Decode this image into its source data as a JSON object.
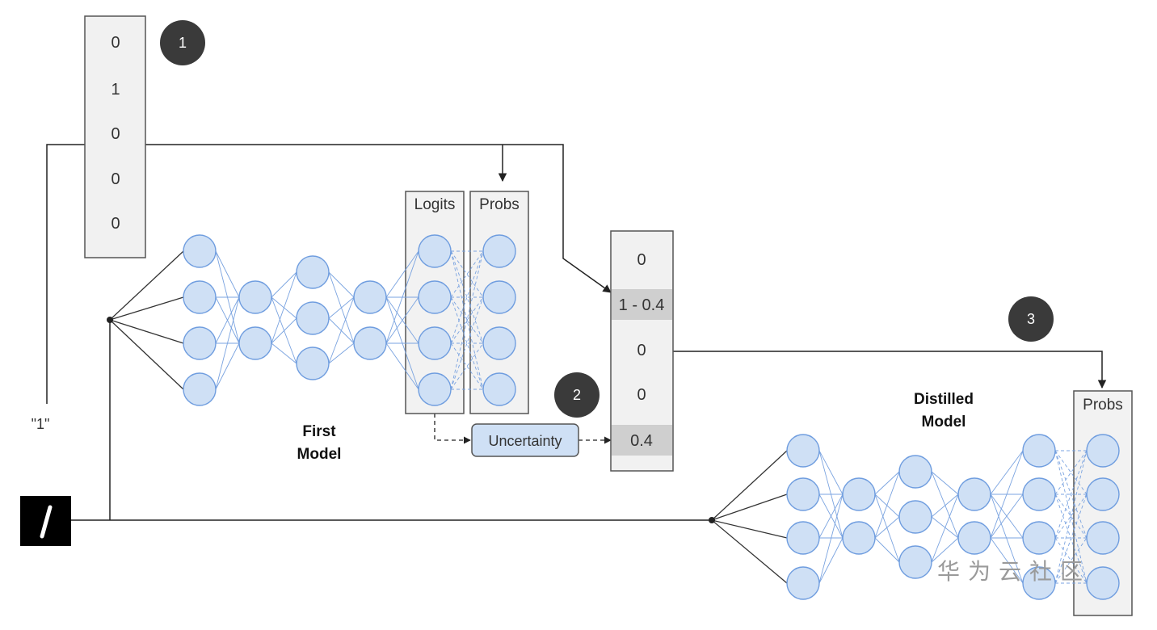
{
  "one_hot_vector": {
    "values": [
      "0",
      "1",
      "0",
      "0",
      "0"
    ]
  },
  "soft_target_vector": {
    "values": [
      "0",
      "1 - 0.4",
      "0",
      "0",
      "0.4"
    ],
    "highlighted": [
      1,
      4
    ]
  },
  "first_model": {
    "label_line1": "First",
    "label_line2": "Model",
    "logits_header": "Logits",
    "probs_header": "Probs"
  },
  "distilled_model": {
    "label_line1": "Distilled",
    "label_line2": "Model",
    "probs_header": "Probs"
  },
  "uncertainty_box": {
    "label": "Uncertainty"
  },
  "badges": {
    "step1": "1",
    "step2": "2",
    "step3": "3"
  },
  "true_label": "\"1\"",
  "input_digit": "/",
  "watermark": "华为云社区",
  "colors": {
    "node_fill": "#cfe0f5",
    "node_stroke": "#6f9ddf",
    "edge": "#7aa3e0",
    "badge": "#3a3a3a",
    "box_fill": "#f1f1f1",
    "highlight_fill": "#cfcfcf"
  }
}
